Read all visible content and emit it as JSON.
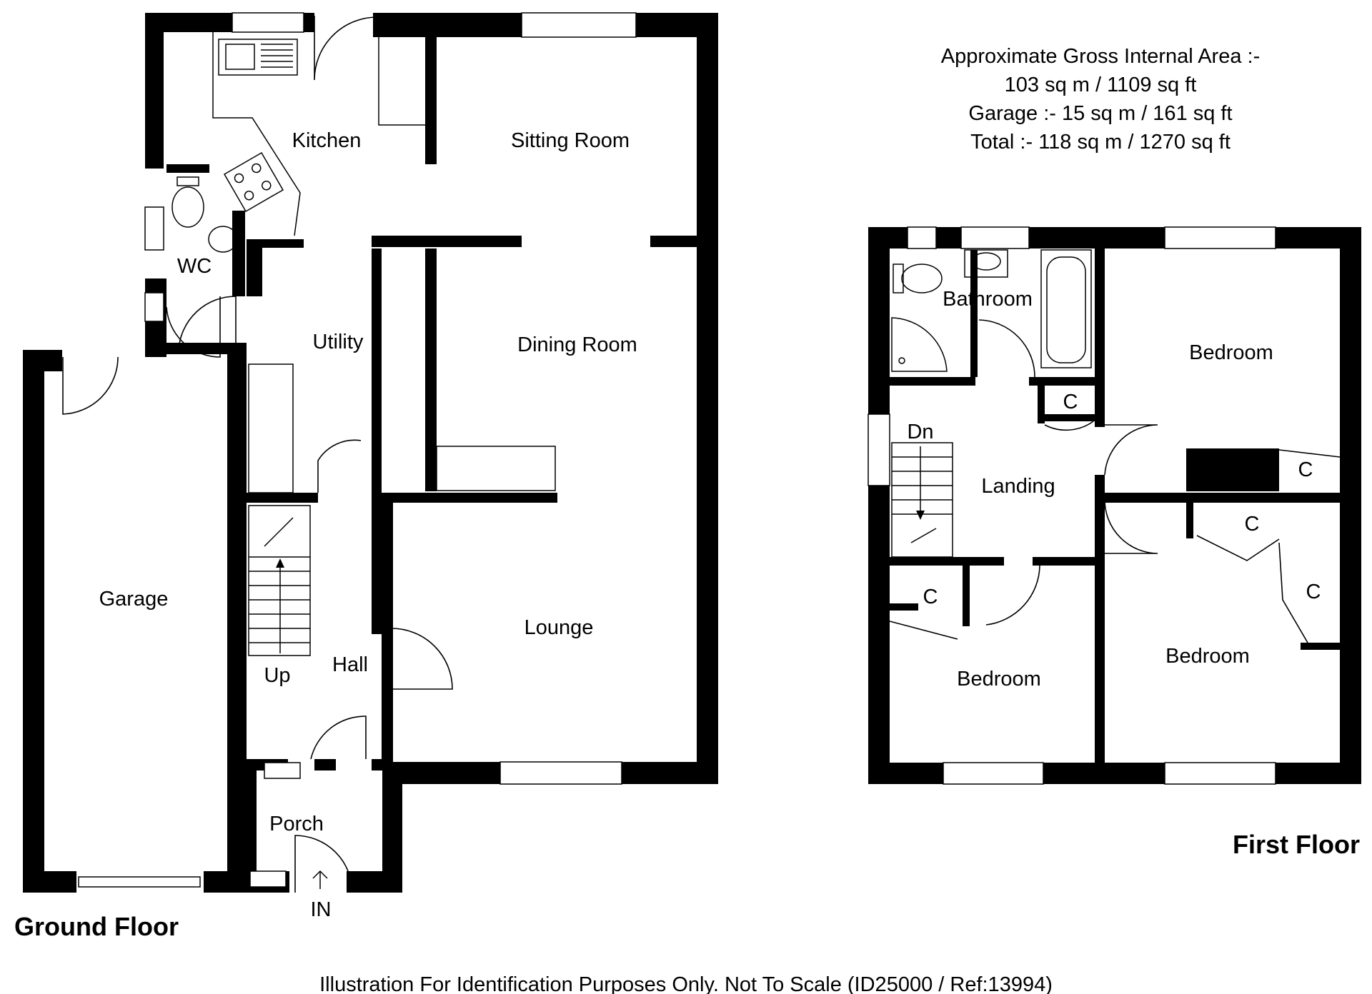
{
  "area": {
    "line1": "Approximate Gross Internal Area  :-",
    "line2": "103 sq m / 1109 sq ft",
    "line3": "Garage :- 15 sq m / 161 sq ft",
    "line4": "Total :- 118 sq m / 1270 sq ft"
  },
  "ground_floor": {
    "title": "Ground Floor",
    "rooms": {
      "kitchen": "Kitchen",
      "sitting_room": "Sitting Room",
      "wc": "WC",
      "utility": "Utility",
      "dining_room": "Dining Room",
      "garage": "Garage",
      "lounge": "Lounge",
      "hall": "Hall",
      "porch": "Porch"
    },
    "stairs_label": "Up",
    "entrance_label": "IN"
  },
  "first_floor": {
    "title": "First Floor",
    "rooms": {
      "bathroom": "Bathroom",
      "landing": "Landing",
      "bedroom_top_right": "Bedroom",
      "bedroom_bottom_left": "Bedroom",
      "bedroom_bottom_right": "Bedroom"
    },
    "stairs_label": "Dn",
    "cupboard_label": "C"
  },
  "footer": "Illustration For Identification Purposes Only. Not To Scale (ID25000 / Ref:13994)"
}
